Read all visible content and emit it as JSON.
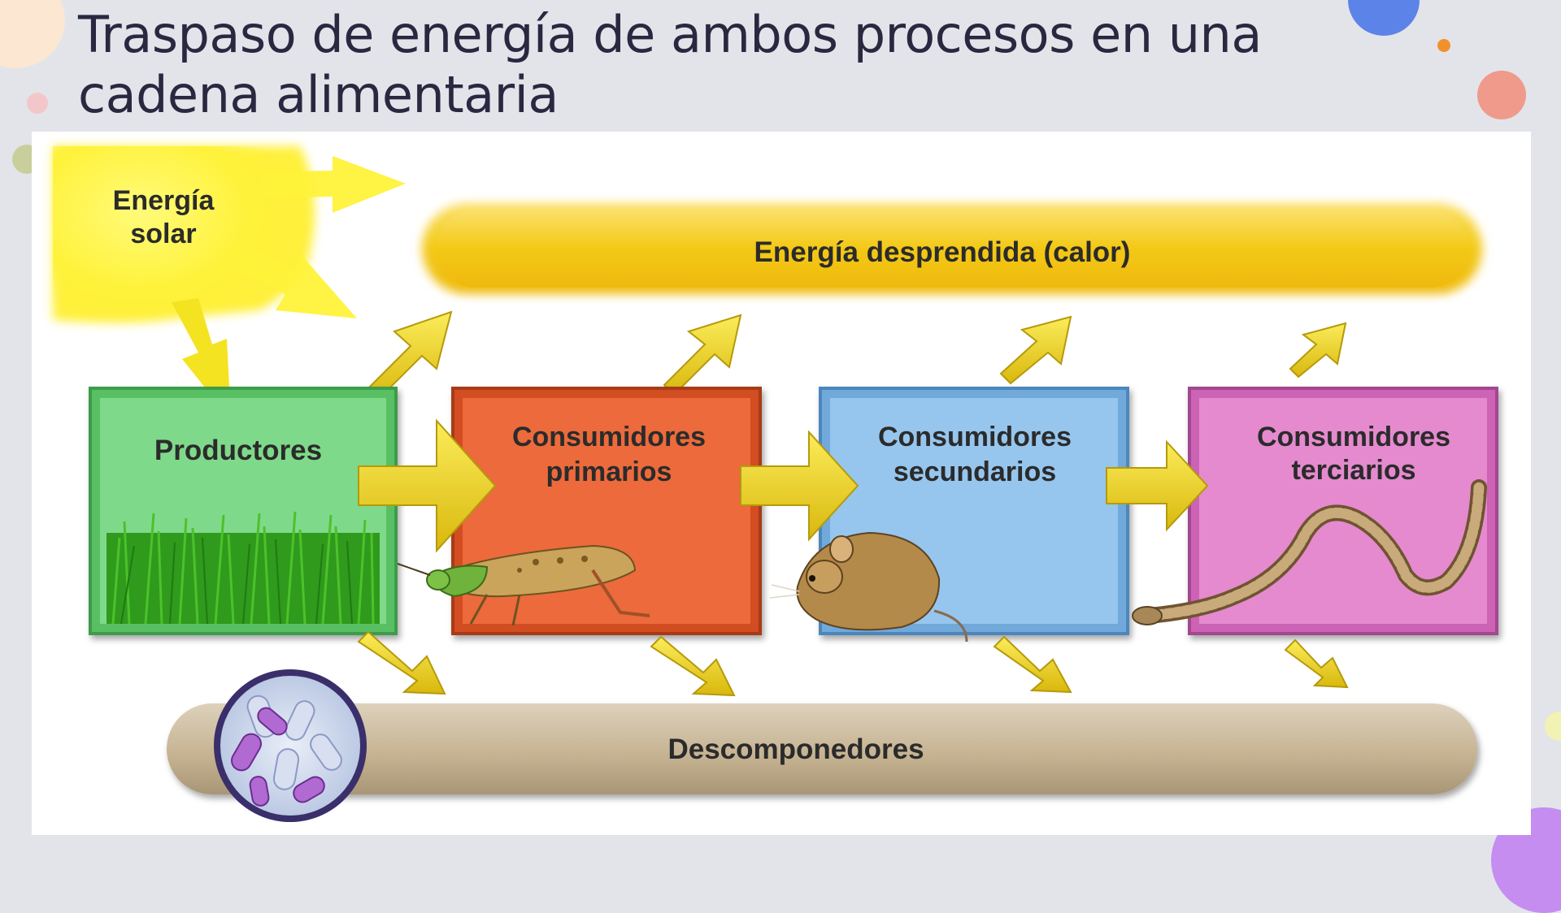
{
  "title": "Traspaso de energía de ambos procesos en una cadena alimentaria",
  "diagram": {
    "sun_label_line1": "Energía",
    "sun_label_line2": "solar",
    "heat_label": "Energía desprendida (calor)",
    "producers_label": "Productores",
    "primary_line1": "Consumidores",
    "primary_line2": "primarios",
    "secondary_line1": "Consumidores",
    "secondary_line2": "secundarios",
    "tertiary_line1": "Consumidores",
    "tertiary_line2": "terciarios",
    "decomposers_label": "Descomponedores"
  },
  "colors": {
    "background": "#e3e4ea",
    "sun": "#fff03a",
    "heat_bar": "#f3c915",
    "producers": "#6fd37d",
    "primary": "#e86432",
    "secondary": "#8fc2ec",
    "tertiary": "#e281cb",
    "decomposers": "#c9b89a",
    "arrow": "#f1d311"
  }
}
